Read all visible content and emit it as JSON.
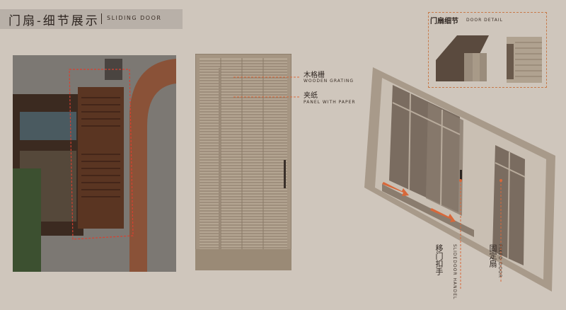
{
  "header": {
    "title_cn": "门扇-细节展示",
    "title_en": "SLIDING DOOR"
  },
  "labels": {
    "wooden_grating_cn": "木格栅",
    "wooden_grating_en": "WOODEN GRATING",
    "panel_paper_cn": "夹纸",
    "panel_paper_en": "PANEL WITH PAPER",
    "detail_cn": "门扇细节",
    "detail_en": "DOOR DETAIL",
    "handle_cn": "移门扣手",
    "handle_en": "SLIDEDOOR HANDEL",
    "fixed_cn": "固定扇",
    "fixed_en": "FIXED DOOR"
  },
  "colors": {
    "accent": "#d8683a",
    "background": "#cfc6bc",
    "wood": "#6a4630"
  }
}
